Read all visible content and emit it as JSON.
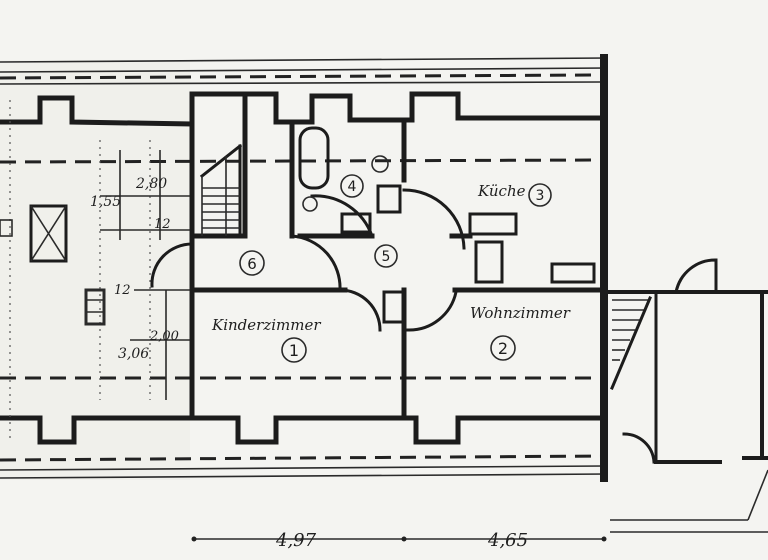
{
  "rooms": {
    "kinderzimmer": {
      "label": "Kinderzimmer",
      "number": "1"
    },
    "wohnzimmer": {
      "label": "Wohnzimmer",
      "number": "2"
    },
    "kueche": {
      "label": "Küche",
      "number": "3"
    },
    "bad": {
      "number": "4"
    },
    "flur": {
      "number": "5"
    },
    "treppe": {
      "number": "6"
    }
  },
  "dimensions": {
    "d155": "1,55",
    "d280": "2,80",
    "d12a": "12",
    "d12b": "12",
    "d200": "2,00",
    "d306": "3,06",
    "bottom_left": "4,97",
    "bottom_right": "4,65"
  }
}
